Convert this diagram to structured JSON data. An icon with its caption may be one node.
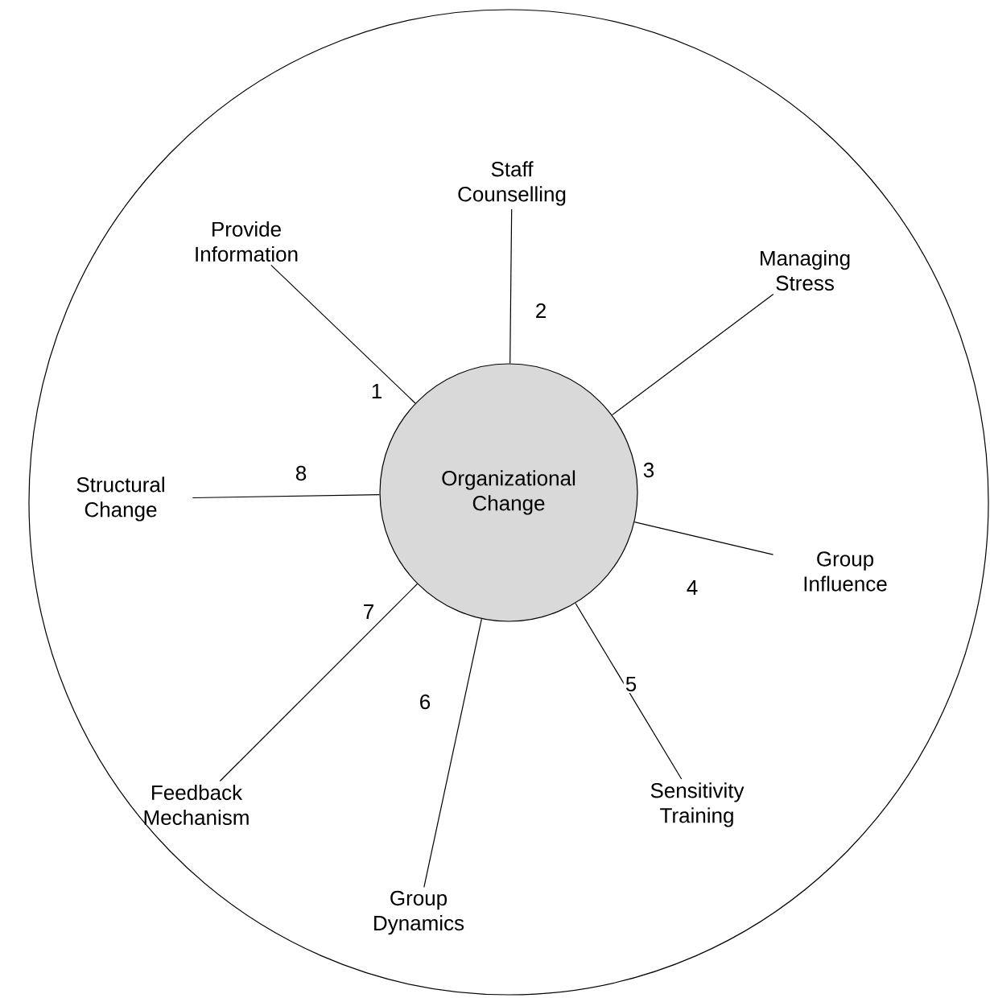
{
  "diagram": {
    "nodes": [
      {
        "text": [
          "Organizational Change"
        ]
      },
      {
        "text": [
          "Provide Information"
        ]
      },
      {
        "text": [
          "Staff Counselling"
        ]
      },
      {
        "text": [
          "Managing Stress"
        ]
      },
      {
        "text": [
          "Group Influence"
        ]
      },
      {
        "text": [
          "Sensitivity Training"
        ]
      },
      {
        "text": [
          "Group Dynamics"
        ]
      },
      {
        "text": [
          "Feedback Mechanism"
        ]
      },
      {
        "text": [
          "Structural Change"
        ]
      }
    ],
    "edges": [
      {
        "from": 0,
        "to": 1,
        "arrow": "none",
        "label": "1"
      },
      {
        "from": 0,
        "to": 2,
        "arrow": "none",
        "label": "2"
      },
      {
        "from": 0,
        "to": 3,
        "arrow": "none",
        "label": "3"
      },
      {
        "from": 0,
        "to": 4,
        "arrow": "none",
        "label": "4"
      },
      {
        "from": 0,
        "to": 5,
        "arrow": "none",
        "label": "5"
      },
      {
        "from": 0,
        "to": 6,
        "arrow": "none",
        "label": "6"
      },
      {
        "from": 0,
        "to": 7,
        "arrow": "none",
        "label": "7"
      },
      {
        "from": 0,
        "to": 8,
        "arrow": "none",
        "label": "8"
      }
    ]
  }
}
